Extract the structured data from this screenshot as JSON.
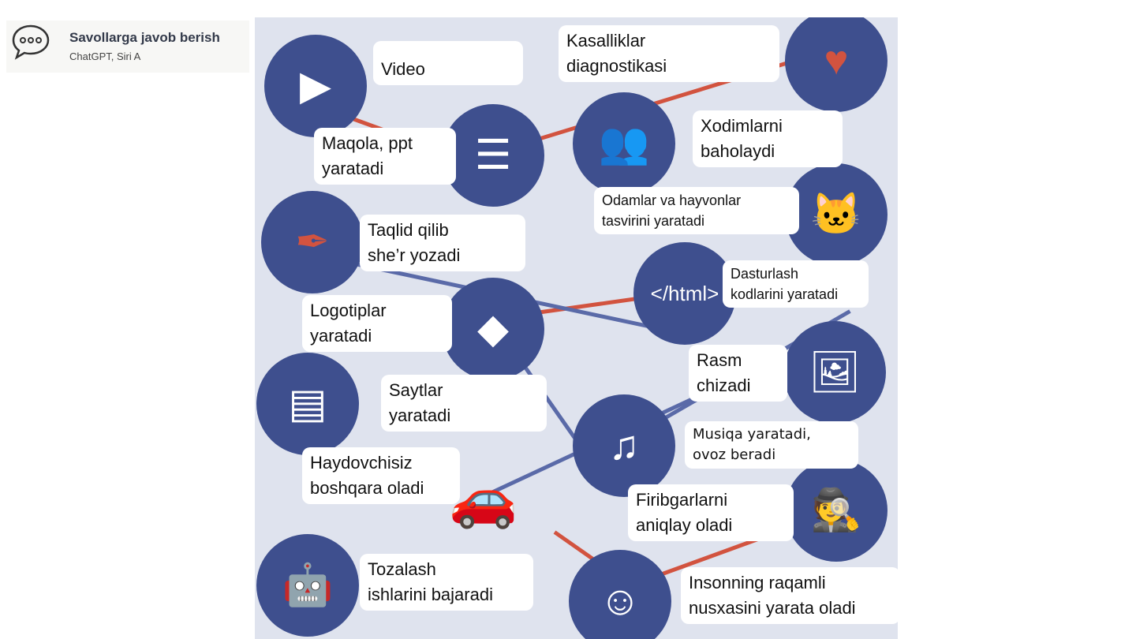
{
  "header": {
    "title": "Savollarga javob berish",
    "subtitle": "ChatGPT, Siri  A",
    "icon": "chat-bubble-icon"
  },
  "colors": {
    "circle": "#3e4f8e",
    "accent": "#d2533f",
    "panel": "#dfe3ee"
  },
  "labels": [
    {
      "id": "video",
      "text": "Video",
      "icon": "play-icon"
    },
    {
      "id": "kasallik",
      "text": "Kasalliklar\ndiagnostikasi",
      "icon": "eye-heart-icon"
    },
    {
      "id": "xodim",
      "text": "Xodimlarni\nbaholaydi",
      "icon": "people-icon"
    },
    {
      "id": "maqola",
      "text": "Maqola, ppt\nyaratadi",
      "icon": "document-icon"
    },
    {
      "id": "odamlar",
      "text": "Odamlar va hayvonlar\ntasvirini yaratadi",
      "icon": "cat-icon"
    },
    {
      "id": "taqlid",
      "text": "Taqlid qilib\nshe’r yozadi",
      "icon": "quill-icon"
    },
    {
      "id": "dastur",
      "text": "Dasturlash\nkodlarini yaratadi",
      "icon": "html-code-icon"
    },
    {
      "id": "logo",
      "text": "Logotiplar\nyaratadi",
      "icon": "shapes-icon"
    },
    {
      "id": "rasm",
      "text": "Rasm\nchizadi",
      "icon": "picture-icon"
    },
    {
      "id": "sayt",
      "text": "Saytlar\nyaratadi",
      "icon": "website-icon"
    },
    {
      "id": "musiqa",
      "text": "Musiqa yaratadi,\novoz beradi",
      "icon": "music-icon"
    },
    {
      "id": "haydov",
      "text": "Haydovchisiz\nboshqara oladi",
      "icon": "car-icon"
    },
    {
      "id": "firib",
      "text": "Firibgarlarni\naniqlay oladi",
      "icon": "burglar-icon"
    },
    {
      "id": "tozalash",
      "text": "Tozalash\nishlarini bajaradi",
      "icon": "robot-cleaner-icon"
    },
    {
      "id": "nusxa",
      "text": "Insonning raqamli\nnusxasini yarata oladi",
      "icon": "human-head-icon"
    }
  ]
}
